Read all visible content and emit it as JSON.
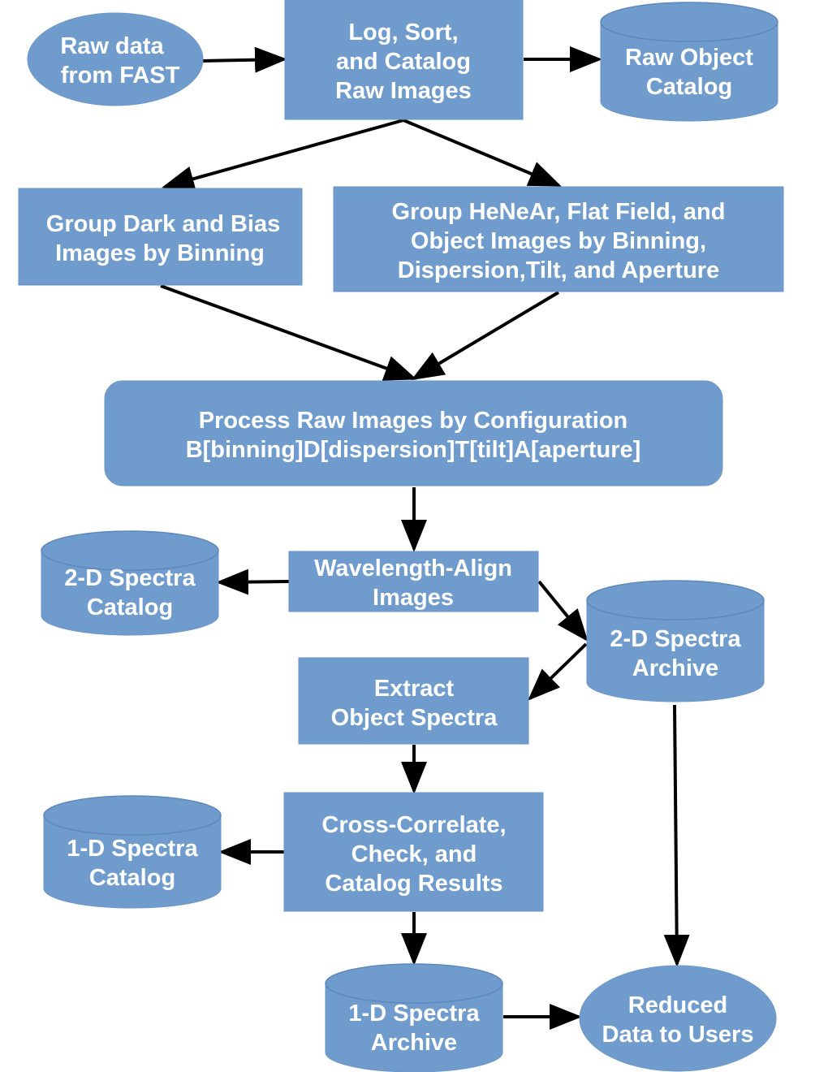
{
  "nodes": {
    "raw_data": {
      "lines": [
        "Raw data",
        "from FAST"
      ]
    },
    "log_sort": {
      "lines": [
        "Log, Sort,",
        "and Catalog",
        "Raw Images"
      ]
    },
    "raw_object_catalog": {
      "lines": [
        "Raw Object",
        "Catalog"
      ]
    },
    "group_dark_bias": {
      "lines": [
        "Group Dark and Bias",
        "Images by Binning"
      ]
    },
    "group_henear": {
      "lines": [
        "Group HeNeAr, Flat Field, and",
        "Object Images by Binning,",
        "Dispersion,Tilt, and Aperture"
      ]
    },
    "process_raw": {
      "lines": [
        "Process Raw Images by Configuration",
        "B[binning]D[dispersion]T[tilt]A[aperture]"
      ]
    },
    "spectra_2d_catalog": {
      "lines": [
        "2-D Spectra",
        "Catalog"
      ]
    },
    "wavelength_align": {
      "lines": [
        "Wavelength-Align",
        "Images"
      ]
    },
    "spectra_2d_archive": {
      "lines": [
        "2-D Spectra",
        "Archive"
      ]
    },
    "extract_object": {
      "lines": [
        "Extract",
        "Object Spectra"
      ]
    },
    "spectra_1d_catalog": {
      "lines": [
        "1-D Spectra",
        "Catalog"
      ]
    },
    "cross_correlate": {
      "lines": [
        "Cross-Correlate,",
        "Check, and",
        "Catalog Results"
      ]
    },
    "spectra_1d_archive": {
      "lines": [
        "1-D Spectra",
        "Archive"
      ]
    },
    "reduced_data": {
      "lines": [
        "Reduced",
        "Data to Users"
      ]
    }
  },
  "edges": [
    {
      "from": "raw_data",
      "to": "log_sort"
    },
    {
      "from": "log_sort",
      "to": "raw_object_catalog"
    },
    {
      "from": "log_sort",
      "to": "group_dark_bias"
    },
    {
      "from": "log_sort",
      "to": "group_henear"
    },
    {
      "from": "group_dark_bias",
      "to": "process_raw"
    },
    {
      "from": "group_henear",
      "to": "process_raw"
    },
    {
      "from": "process_raw",
      "to": "wavelength_align"
    },
    {
      "from": "wavelength_align",
      "to": "spectra_2d_catalog"
    },
    {
      "from": "wavelength_align",
      "to": "spectra_2d_archive"
    },
    {
      "from": "spectra_2d_archive",
      "to": "extract_object"
    },
    {
      "from": "extract_object",
      "to": "cross_correlate"
    },
    {
      "from": "cross_correlate",
      "to": "spectra_1d_catalog"
    },
    {
      "from": "cross_correlate",
      "to": "spectra_1d_archive"
    },
    {
      "from": "spectra_2d_archive",
      "to": "reduced_data"
    },
    {
      "from": "spectra_1d_archive",
      "to": "reduced_data"
    }
  ],
  "colors": {
    "node_fill": "#6f9ccd",
    "text": "#ffffff",
    "arrow": "#000000"
  }
}
